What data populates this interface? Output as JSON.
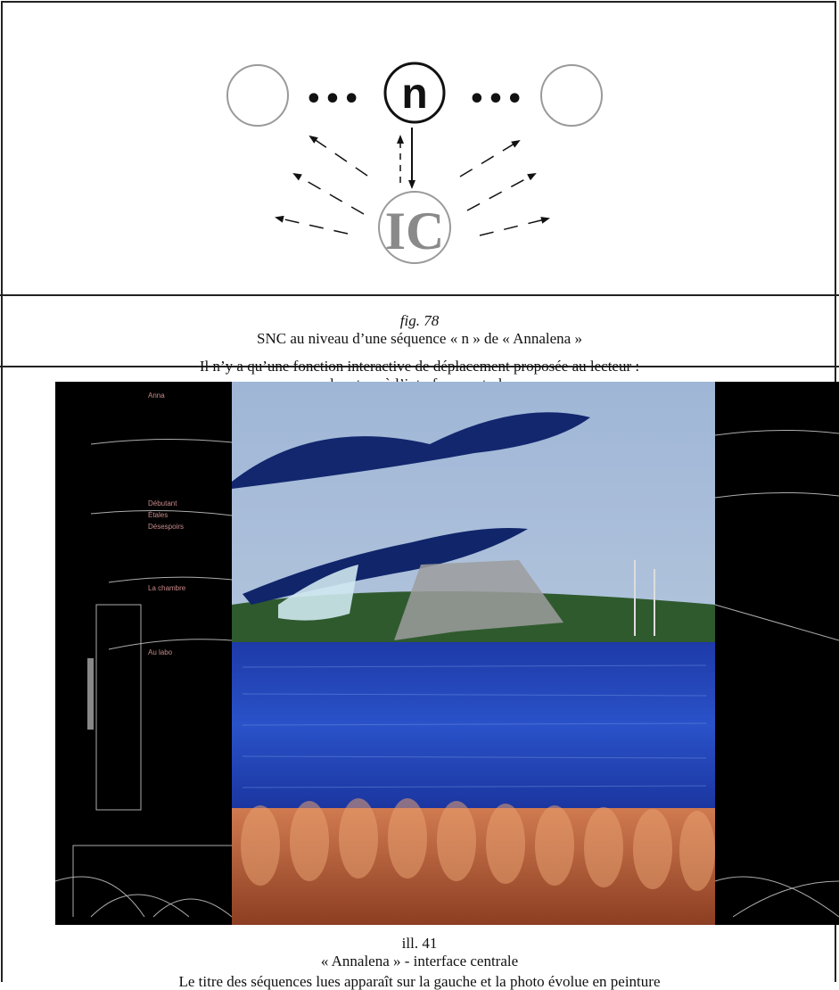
{
  "diagram": {
    "center_node_label": "n",
    "hub_node_label": "IC",
    "ellipsis": "•••"
  },
  "figure": {
    "number": "fig. 78",
    "title": "SNC au niveau d’une séquence « n » de « Annalena »",
    "note_line1": "Il n’y a qu’une fonction interactive de déplacement proposée au lecteur :",
    "note_line2": "le retour à l’interface centrale"
  },
  "illustration": {
    "number": "ill. 41",
    "title": "« Annalena » - interface centrale",
    "note": "Le titre des séquences lues apparaît sur la gauche et la photo évolue en peinture",
    "sequence_titles": [
      "Anna",
      "Débutant",
      "Étales",
      "Désespoirs",
      "La chambre",
      "Au labo"
    ]
  },
  "colors": {
    "rule": "#222222",
    "node_stroke": "#9a9a9a",
    "screen_bg": "#000000",
    "sequence_text": "#c98a8a"
  }
}
